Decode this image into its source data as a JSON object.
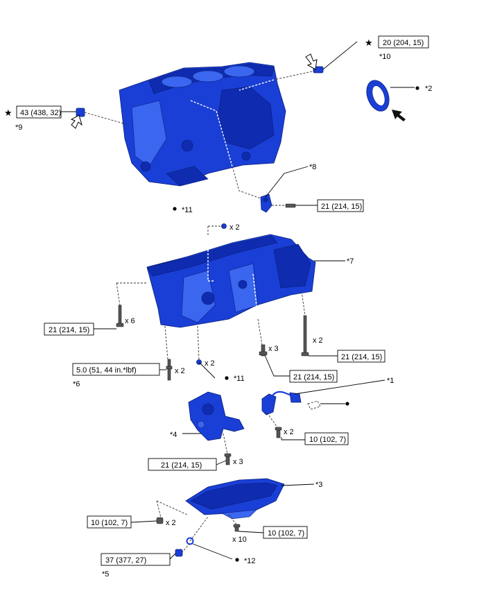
{
  "callouts": {
    "c1": "*1",
    "c2": "*2",
    "c3": "*3",
    "c4": "*4",
    "c5": "*5",
    "c6": "*6",
    "c7": "*7",
    "c8": "*8",
    "c9": "*9",
    "c10": "*10",
    "c11a": "*11",
    "c11b": "*11",
    "c12": "*12"
  },
  "torques": {
    "t_top_right": "20 (204, 15)",
    "t_left": "43 (438, 32)",
    "t_sensor": "21 (214, 15)",
    "t_left_bolts": "21 (214, 15)",
    "t_right_long": "21 (214, 15)",
    "t_stud": "5.0 (51, 44 in.*lbf)",
    "t_center_bolts": "21 (214, 15)",
    "t_oil_sensor": "10 (102, 7)",
    "t_oil_pump": "21 (214, 15)",
    "t_pan_left": "10 (102, 7)",
    "t_pan_bottom": "10 (102, 7)",
    "t_drain": "37 (377, 27)"
  },
  "quantities": {
    "q_11a": "x 2",
    "q_left_bolts": "x 6",
    "q_right_long": "x 2",
    "q_stud": "x 2",
    "q_11b": "x 2",
    "q_center": "x 3",
    "q_sensor": "x 2",
    "q_pump": "x 3",
    "q_pan_left": "x 2",
    "q_pan_bottom": "x 10"
  },
  "symbols": {
    "star": "★"
  }
}
